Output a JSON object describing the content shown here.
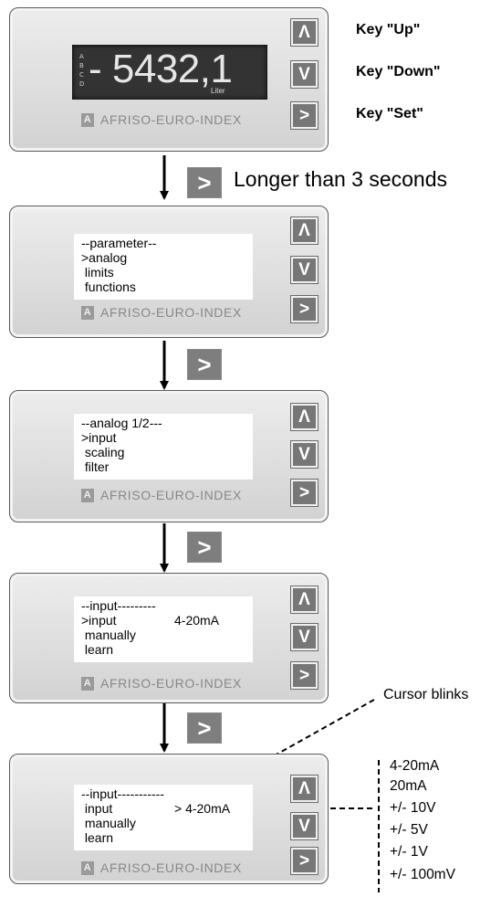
{
  "brand": "AFRISO-EURO-INDEX",
  "brand_logo": "A",
  "buttons": {
    "up": "Λ",
    "down": "V",
    "set": ">"
  },
  "display": {
    "letters": [
      "A",
      "B",
      "C",
      "D"
    ],
    "value": "- 5432,1",
    "unit": "Liter"
  },
  "key_labels": {
    "up": "Key \"Up\"",
    "down": "Key \"Down\"",
    "set": "Key \"Set\""
  },
  "step_button": ">",
  "hold_note": "Longer than 3 seconds",
  "screens": [
    {
      "lines": [
        "--parameter--",
        ">analog",
        " limits",
        " functions"
      ]
    },
    {
      "lines": [
        "--analog 1/2---",
        ">input",
        " scaling",
        " filter"
      ]
    },
    {
      "lines": [
        "--input---------",
        ">input",
        " manually",
        " learn"
      ],
      "value": "4-20mA"
    },
    {
      "lines": [
        "--input-----------",
        " input",
        " manually",
        " learn"
      ],
      "value": "> 4-20mA"
    }
  ],
  "cursor_note": "Cursor blinks",
  "options": [
    "4-20mA",
    "20mA",
    "+/- 10V",
    "+/- 5V",
    "+/- 1V",
    "+/- 100mV"
  ]
}
